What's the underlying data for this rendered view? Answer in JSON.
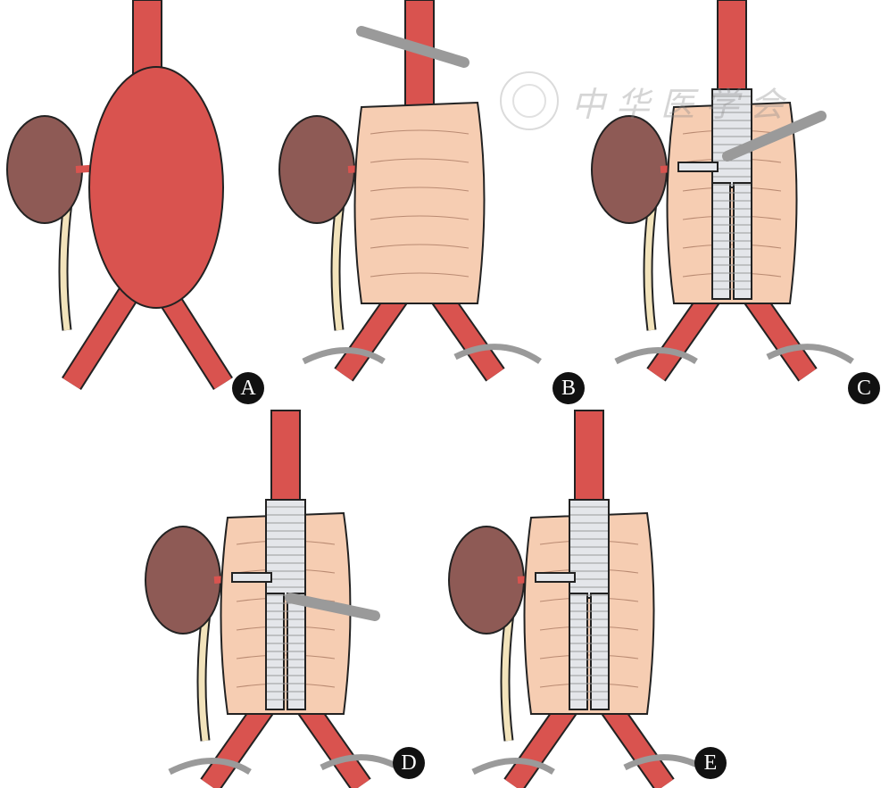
{
  "panels": [
    {
      "id": "A",
      "label": "A",
      "stage": "aneurysm"
    },
    {
      "id": "B",
      "label": "B",
      "stage": "opened-sac"
    },
    {
      "id": "C",
      "label": "C",
      "stage": "graft-with-clamp"
    },
    {
      "id": "D",
      "label": "D",
      "stage": "renal-anastomosis"
    },
    {
      "id": "E",
      "label": "E",
      "stage": "completed"
    }
  ],
  "watermark": {
    "text": "中华医学会"
  },
  "colors": {
    "artery": "#d9534f",
    "kidney": "#8e5a55",
    "sac": "#f6cdb2",
    "ureter": "#f2e3bb",
    "graft": "#e4e6ea",
    "clamp": "#9a9a9a",
    "outline": "#222222"
  }
}
